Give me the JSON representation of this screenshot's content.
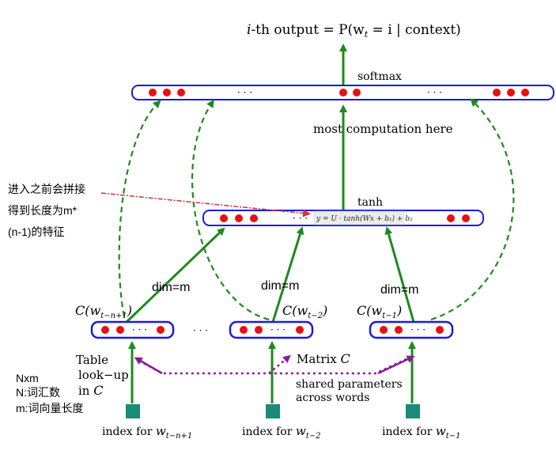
{
  "title": {
    "prefix": "i",
    "main": "-th output = P(w",
    "sub": "t",
    "rest": " = i | context)"
  },
  "labels": {
    "softmax": "softmax",
    "most_computation": "most  computation here",
    "tanh": "tanh",
    "formula": "y = U · tanh(Wx + b₁) + b₂",
    "dim_left": "dim=m",
    "dim_mid": "dim=m",
    "dim_right": "dim=m",
    "table_line1": "Table",
    "table_line2": "look−up",
    "table_line3": "in ",
    "table_c": "C",
    "matrix": "Matrix ",
    "matrix_c": "C",
    "shared_line1": "shared parameters",
    "shared_line2": "across words",
    "dots": "· · ·",
    "between_dots": "· · ·"
  },
  "context_labels": [
    {
      "prefix": "C(w",
      "sub": "t−n+1",
      "suffix": ")"
    },
    {
      "prefix": "C(w",
      "sub": "t−2",
      "suffix": ")"
    },
    {
      "prefix": "C(w",
      "sub": "t−1",
      "suffix": ")"
    }
  ],
  "index_labels": [
    {
      "prefix": "index for ",
      "var": "w",
      "sub": "t−n+1"
    },
    {
      "prefix": "index for ",
      "var": "w",
      "sub": "t−2"
    },
    {
      "prefix": "index for ",
      "var": "w",
      "sub": "t−1"
    }
  ],
  "annotations": {
    "concat_line1": "进入之前会拼接",
    "concat_line2": "得到长度为m*",
    "concat_line3": "(n-1)的特征",
    "nxm": "Nxm",
    "n_desc": "N:词汇数",
    "m_desc": "m:词向量长度"
  },
  "colors": {
    "box_border": "#1a1adf",
    "dot": "#e81010",
    "arrow": "#1e8a1e",
    "dashed": "#1e8a1e",
    "purple": "#8a1a9a",
    "annot_red": "#d93030",
    "square": "#1a8a7a"
  }
}
